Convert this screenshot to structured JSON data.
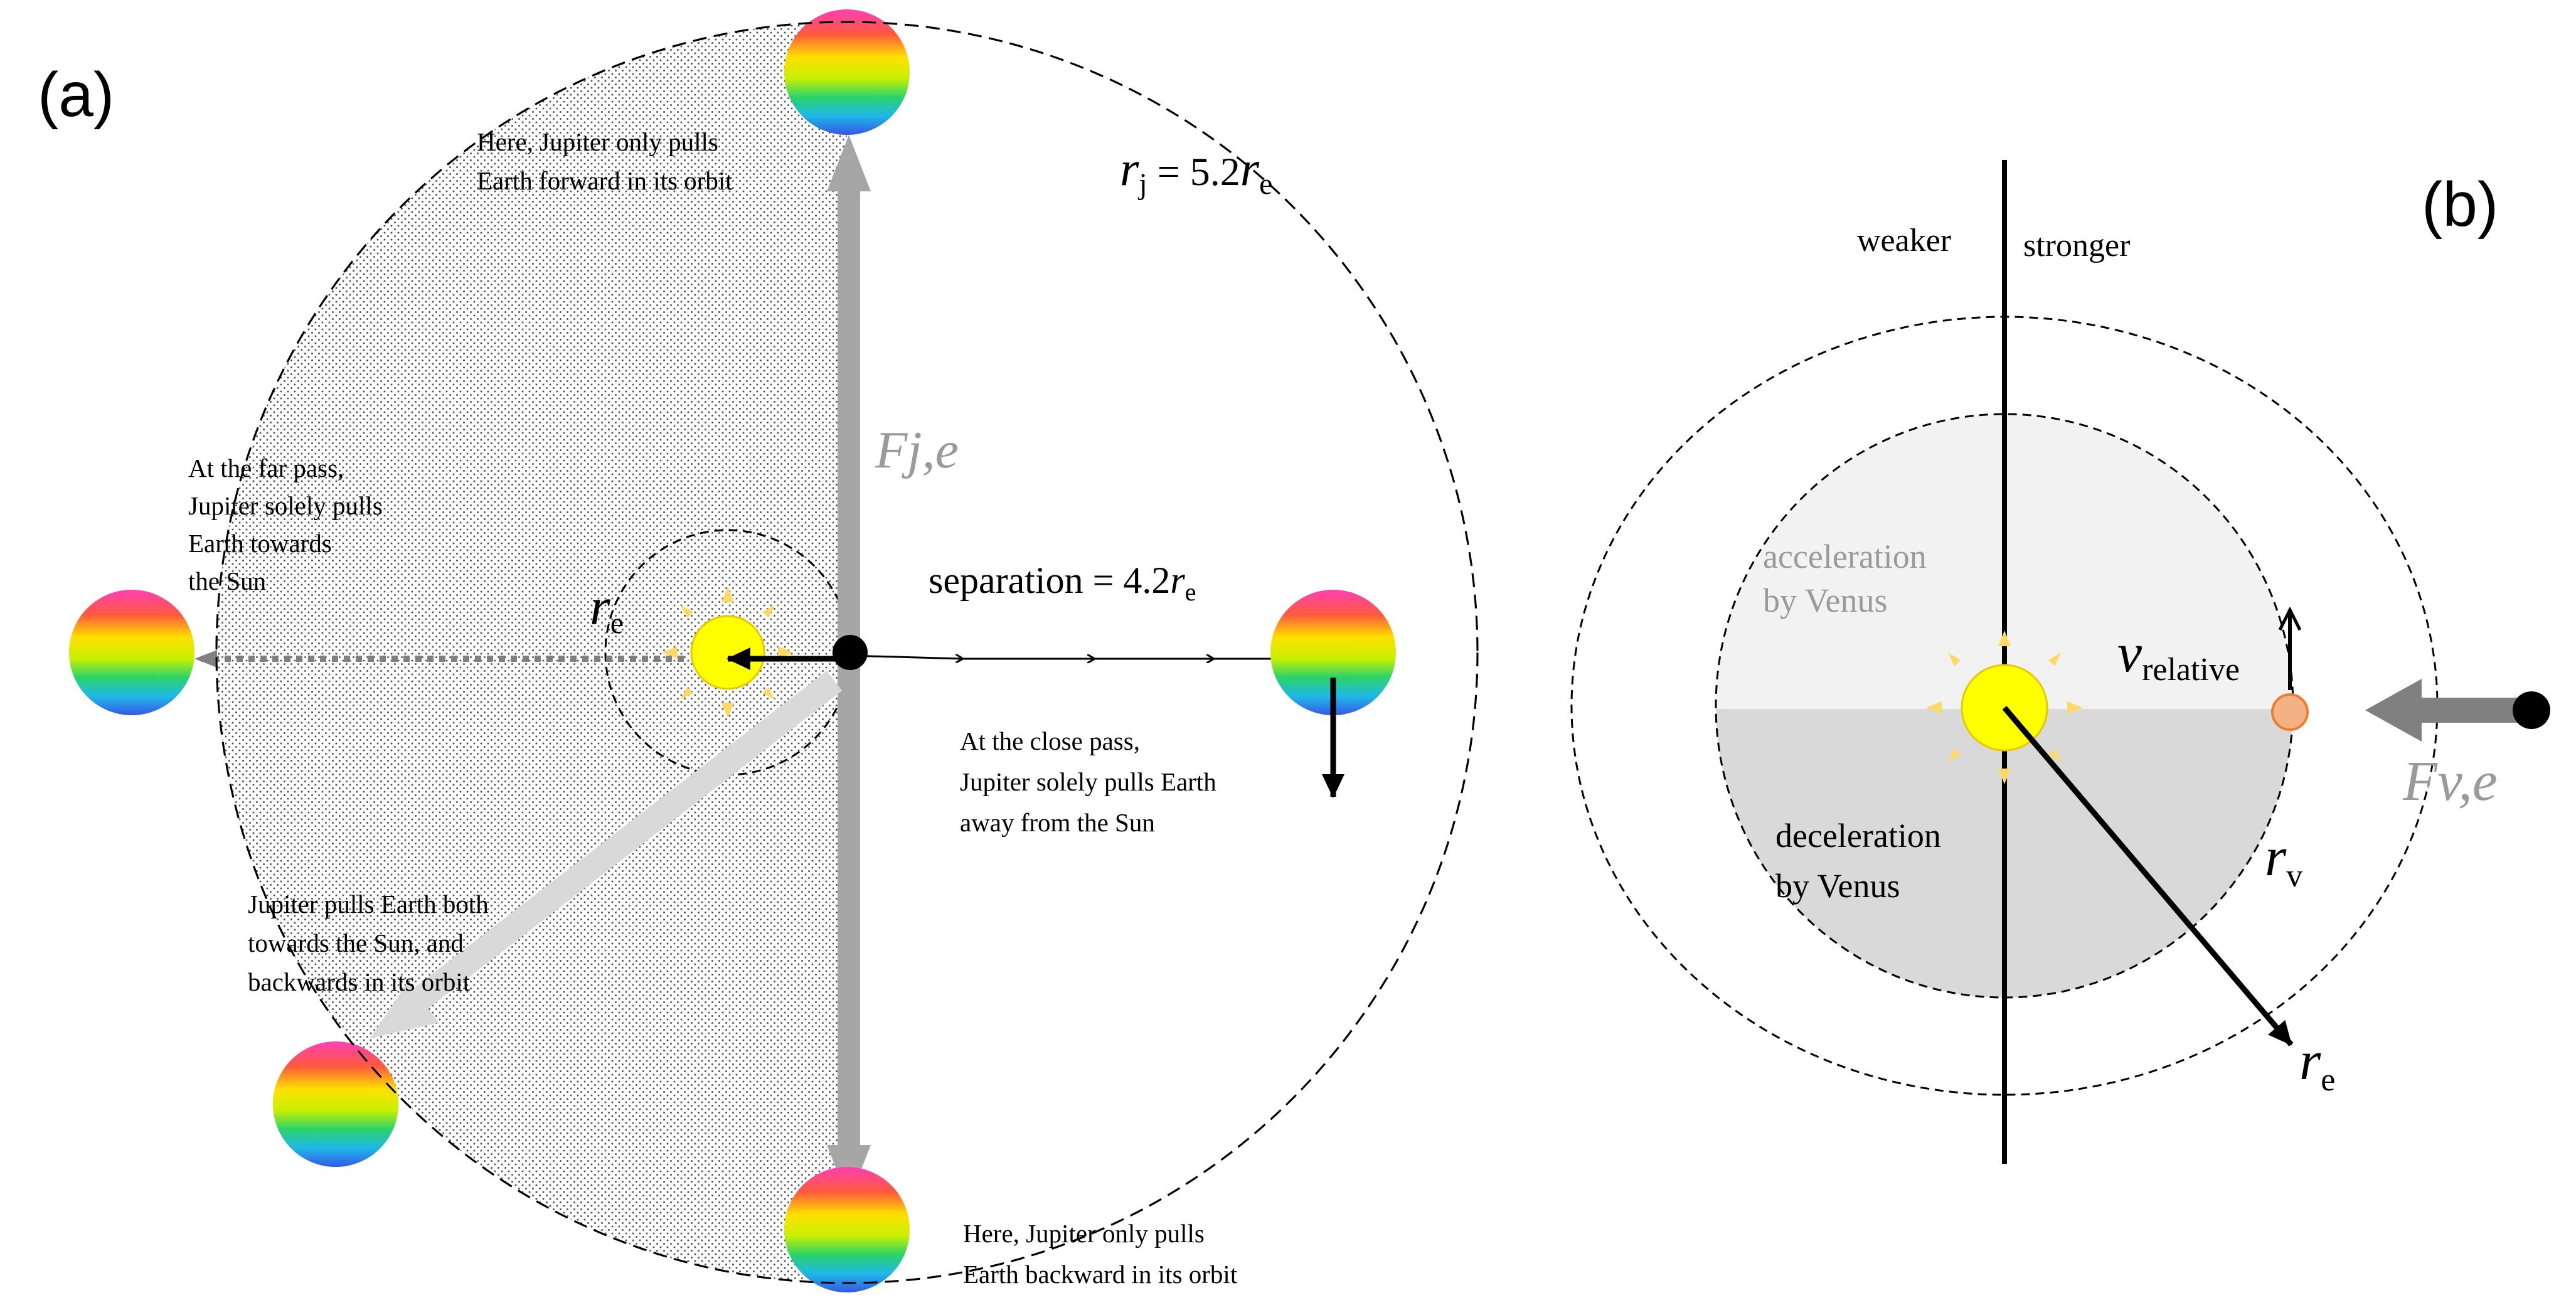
{
  "panel_a": {
    "label": "(a)",
    "jupiter_radius": {
      "r": "r",
      "sub": "j",
      "eq": " = 5.2",
      "r2": "r",
      "sub2": "e"
    },
    "earth_radius": {
      "r": "r",
      "sub": "e"
    },
    "force": "Fj,e",
    "separation": {
      "text": "separation  = 4.2",
      "r": "r",
      "sub": "e"
    },
    "notes": {
      "top": [
        "Here, Jupiter only pulls",
        "Earth forward in its orbit"
      ],
      "far_pass": [
        "At the far pass,",
        "Jupiter solely pulls",
        "Earth towards",
        "the Sun"
      ],
      "close_pass": [
        "At the close pass,",
        "Jupiter solely pulls Earth",
        "away from  the Sun"
      ],
      "lower_left": [
        "Jupiter pulls Earth both",
        "towards the Sun, and",
        "backwards in its orbit"
      ],
      "bottom": [
        "Here, Jupiter only pulls",
        "Earth backward in its orbit"
      ]
    }
  },
  "panel_b": {
    "label": "(b)",
    "weaker": "weaker",
    "stronger": "stronger",
    "acceleration": [
      "acceleration",
      "by Venus"
    ],
    "deceleration": [
      "deceleration",
      "by Venus"
    ],
    "v_relative": {
      "v": "v",
      "sub": "relative"
    },
    "venus_radius": {
      "r": "r",
      "sub": "v"
    },
    "earth_radius": {
      "r": "r",
      "sub": "e"
    },
    "force": "Fv,e"
  },
  "colors": {
    "arrow_grey": "#a6a6a6",
    "arrow_light": "#d9d9d9",
    "half_light": "#f2f2f2",
    "half_dark": "#d9d9d9",
    "sun": "#ffff00",
    "sun_rays": "#ffd966",
    "venus": "#f4b183"
  }
}
